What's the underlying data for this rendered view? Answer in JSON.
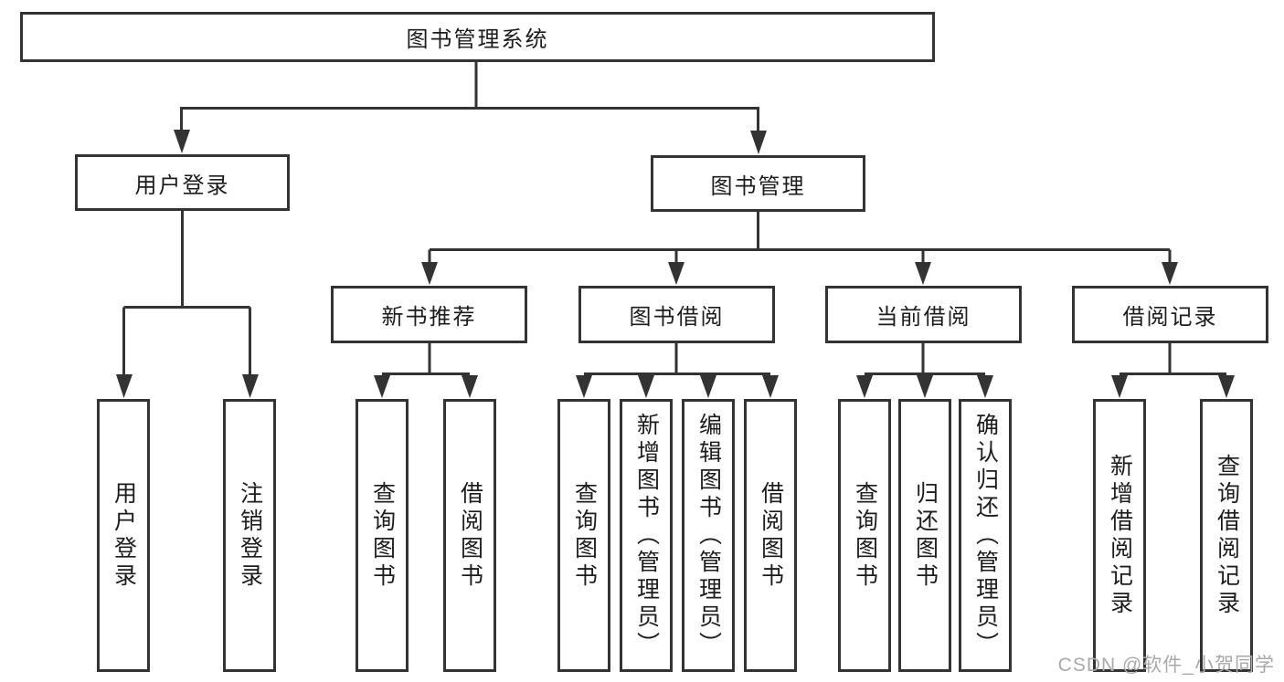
{
  "diagram": {
    "root": {
      "label": "图书管理系统"
    },
    "user_login": {
      "label": "用户登录",
      "children": [
        {
          "label": "用户登录"
        },
        {
          "label": "注销登录"
        }
      ]
    },
    "book_mgmt": {
      "label": "图书管理",
      "sections": [
        {
          "label": "新书推荐",
          "children": [
            {
              "label": "查询图书"
            },
            {
              "label": "借阅图书"
            }
          ]
        },
        {
          "label": "图书借阅",
          "children": [
            {
              "label": "查询图书"
            },
            {
              "label": "新增图书（管理员）"
            },
            {
              "label": "编辑图书（管理员）"
            },
            {
              "label": "借阅图书"
            }
          ]
        },
        {
          "label": "当前借阅",
          "children": [
            {
              "label": "查询图书"
            },
            {
              "label": "归还图书"
            },
            {
              "label": "确认归还（管理员）"
            }
          ]
        },
        {
          "label": "借阅记录",
          "children": [
            {
              "label": "新增借阅记录"
            },
            {
              "label": "查询借阅记录"
            }
          ]
        }
      ]
    },
    "watermark": "CSDN @软件_小贺同学",
    "colors": {
      "line": "#333333",
      "text": "#1c1c1c",
      "watermark": "#a9a9a9",
      "background": "#ffffff"
    }
  }
}
